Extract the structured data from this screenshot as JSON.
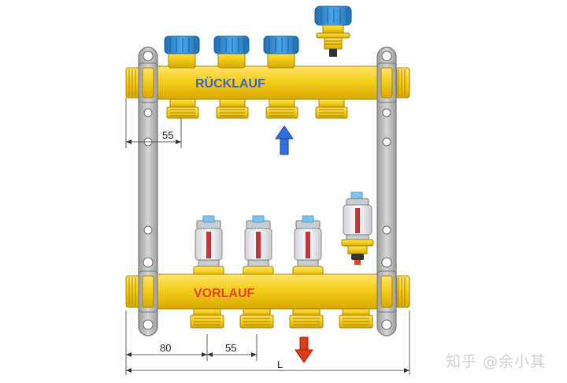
{
  "labels": {
    "return_manifold": "RÜCKLAUF",
    "supply_manifold": "VORLAUF"
  },
  "dimensions": {
    "top_spacing": "55",
    "bottom_offset": "80",
    "bottom_spacing": "55",
    "total_length": "L"
  },
  "watermark": "知乎 @余小其",
  "colors": {
    "brass": "#f5cf1a",
    "brass_dark": "#c79a00",
    "cap_blue": "#2a8bd8",
    "bracket_gray": "#b4b4b4",
    "return_text": "#3a63c8",
    "supply_text": "#e8401a",
    "arrow_up": "#2f6fe0",
    "arrow_down": "#e23a1e"
  },
  "icons": {
    "return_flow": "arrow-up-icon",
    "supply_flow": "arrow-down-icon"
  }
}
